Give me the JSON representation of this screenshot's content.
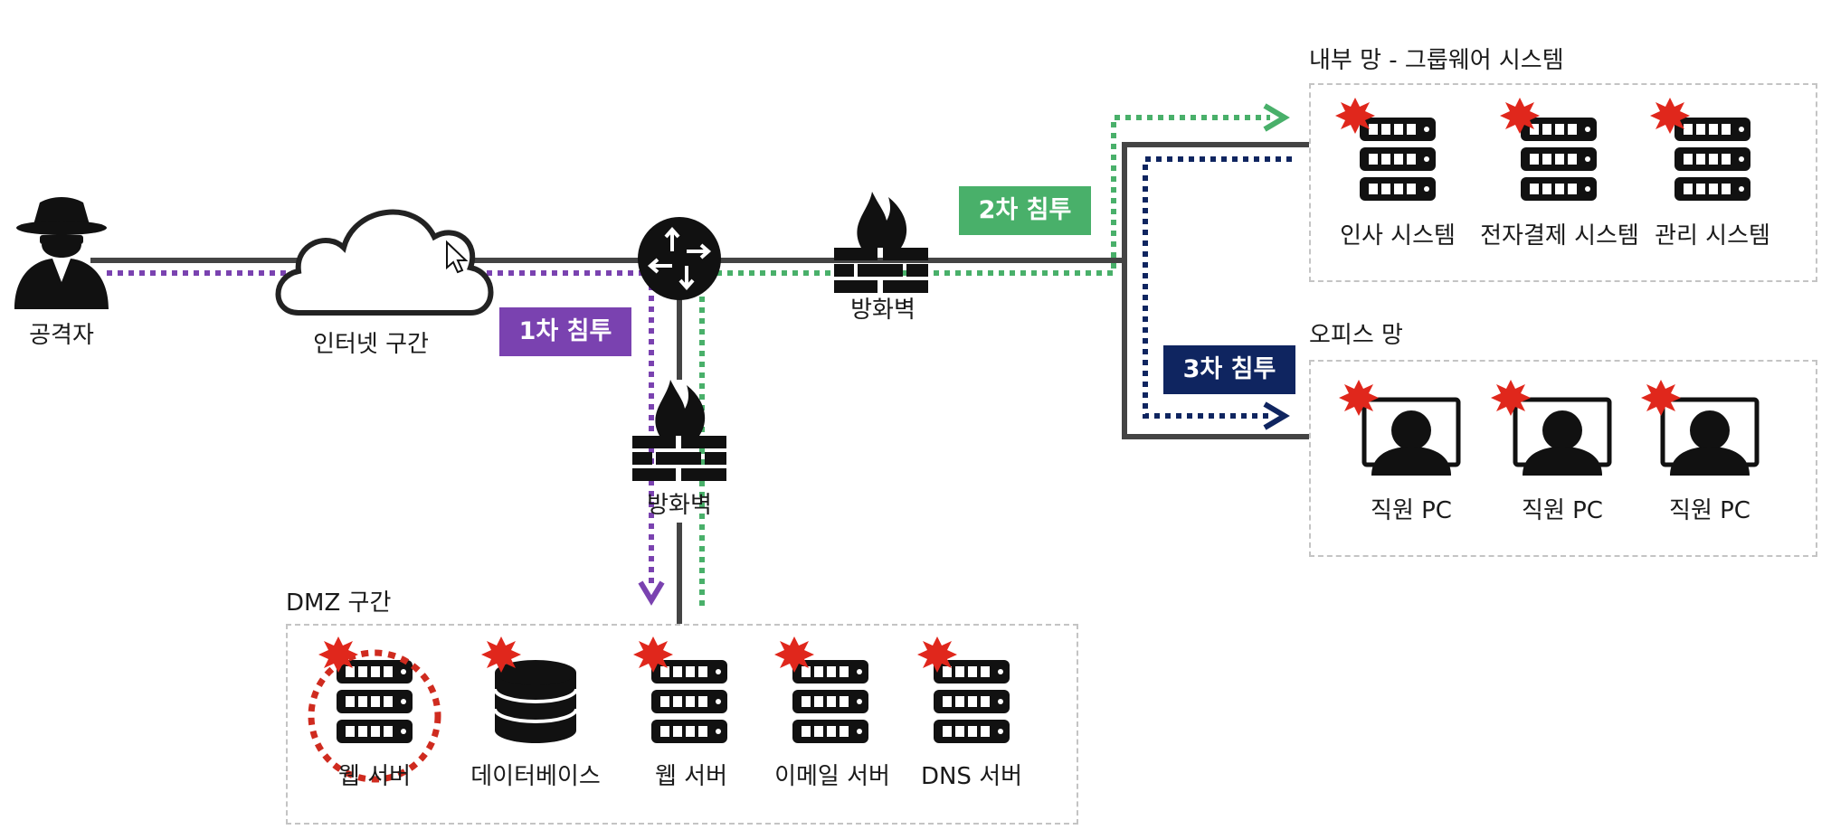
{
  "nodes": {
    "attacker": "공격자",
    "internet": "인터넷 구간",
    "firewall_main": "방화벽",
    "firewall_dmz": "방화벽"
  },
  "zones": {
    "dmz": {
      "title": "DMZ 구간",
      "items": [
        "웹 서버",
        "데이터베이스",
        "웹 서버",
        "이메일 서버",
        "DNS 서버"
      ]
    },
    "groupware": {
      "title": "내부 망 - 그룹웨어 시스템",
      "items": [
        "인사 시스템",
        "전자결제 시스템",
        "관리 시스템"
      ]
    },
    "office": {
      "title": "오피스 망",
      "items": [
        "직원 PC",
        "직원 PC",
        "직원 PC"
      ]
    }
  },
  "stages": {
    "first": {
      "label": "1차 침투",
      "color": "#7a42b0"
    },
    "second": {
      "label": "2차 침투",
      "color": "#49b06a"
    },
    "third": {
      "label": "3차 침투",
      "color": "#0f2560"
    }
  },
  "colors": {
    "link": "#444444",
    "breach": "#e0271c",
    "target_ring": "#cf2b1f"
  },
  "icons": {
    "attacker": "spy-icon",
    "internet": "cloud-icon",
    "router": "router-icon",
    "firewall": "firewall-icon",
    "server": "server-icon",
    "database": "database-icon",
    "pc": "user-pc-icon",
    "breach": "burst-icon"
  }
}
